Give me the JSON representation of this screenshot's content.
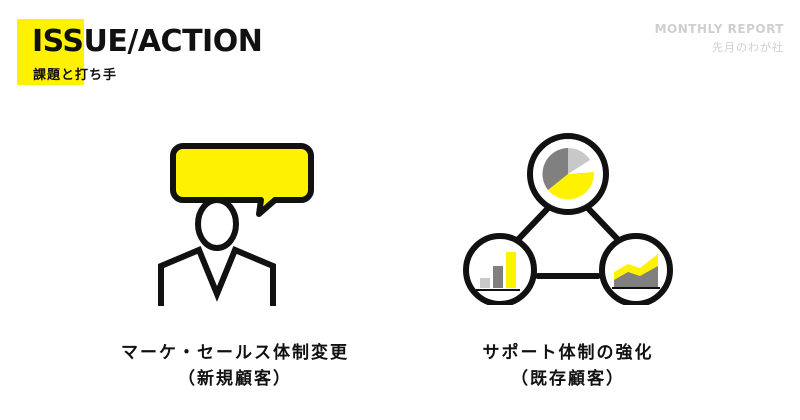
{
  "header": {
    "title": "ISSUE/ACTION",
    "subtitle": "課題と打ち手",
    "report_label": "MONTHLY REPORT",
    "report_period": "先月のわが社"
  },
  "items": [
    {
      "icon": "person-speech-bubble-icon",
      "line1": "マーケ・セールス体制変更",
      "line2": "（新規顧客）"
    },
    {
      "icon": "support-network-icon",
      "line1": "サポート体制の強化",
      "line2": "（既存顧客）"
    }
  ],
  "colors": {
    "accent": "#FFF200",
    "ink": "#111111",
    "muted": "#cfcfcf",
    "gray_dark": "#808080",
    "gray_light": "#c8c8c8"
  }
}
